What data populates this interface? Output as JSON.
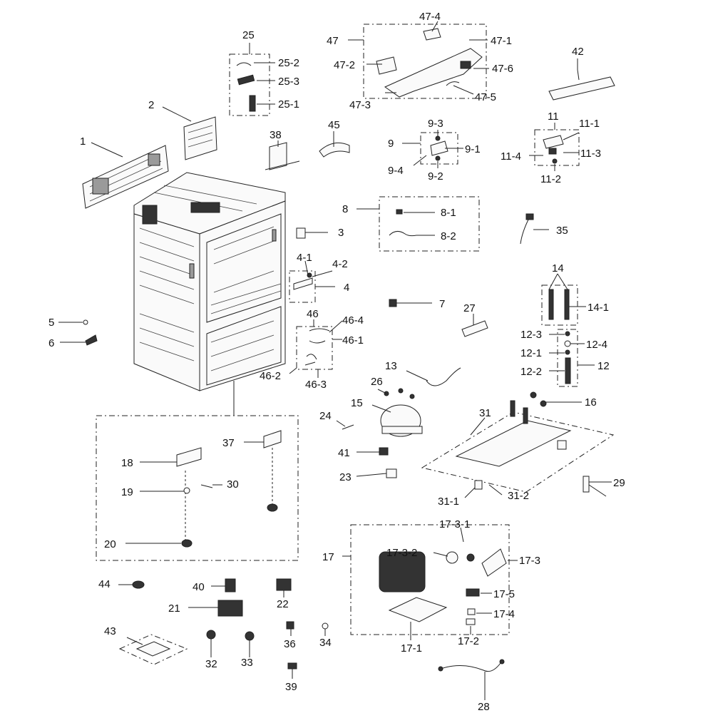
{
  "labels": {
    "p1": "1",
    "p2": "2",
    "p3": "3",
    "p4": "4",
    "p4_1": "4-1",
    "p4_2": "4-2",
    "p5": "5",
    "p6": "6",
    "p7": "7",
    "p8": "8",
    "p8_1": "8-1",
    "p8_2": "8-2",
    "p9": "9",
    "p9_1": "9-1",
    "p9_2": "9-2",
    "p9_3": "9-3",
    "p9_4": "9-4",
    "p11": "11",
    "p11_1": "11-1",
    "p11_2": "11-2",
    "p11_3": "11-3",
    "p11_4": "11-4",
    "p12": "12",
    "p12_1": "12-1",
    "p12_2": "12-2",
    "p12_3": "12-3",
    "p12_4": "12-4",
    "p13": "13",
    "p14": "14",
    "p14_1": "14-1",
    "p15": "15",
    "p16": "16",
    "p17": "17",
    "p17_1": "17-1",
    "p17_2": "17-2",
    "p17_3": "17-3",
    "p17_3_1": "17-3-1",
    "p17_3_2": "17-3-2",
    "p17_4": "17-4",
    "p17_5": "17-5",
    "p18": "18",
    "p19": "19",
    "p20": "20",
    "p21": "21",
    "p22": "22",
    "p23": "23",
    "p24": "24",
    "p25": "25",
    "p25_1": "25-1",
    "p25_2": "25-2",
    "p25_3": "25-3",
    "p26": "26",
    "p27": "27",
    "p28": "28",
    "p29": "29",
    "p30": "30",
    "p31": "31",
    "p31_1": "31-1",
    "p31_2": "31-2",
    "p32": "32",
    "p33": "33",
    "p34": "34",
    "p35": "35",
    "p36": "36",
    "p37": "37",
    "p38": "38",
    "p39": "39",
    "p40": "40",
    "p41": "41",
    "p42": "42",
    "p43": "43",
    "p44": "44",
    "p45": "45",
    "p46": "46",
    "p46_1": "46-1",
    "p46_2": "46-2",
    "p46_3": "46-3",
    "p46_4": "46-4",
    "p47": "47",
    "p47_1": "47-1",
    "p47_2": "47-2",
    "p47_3": "47-3",
    "p47_4": "47-4",
    "p47_5": "47-5",
    "p47_6": "47-6"
  }
}
